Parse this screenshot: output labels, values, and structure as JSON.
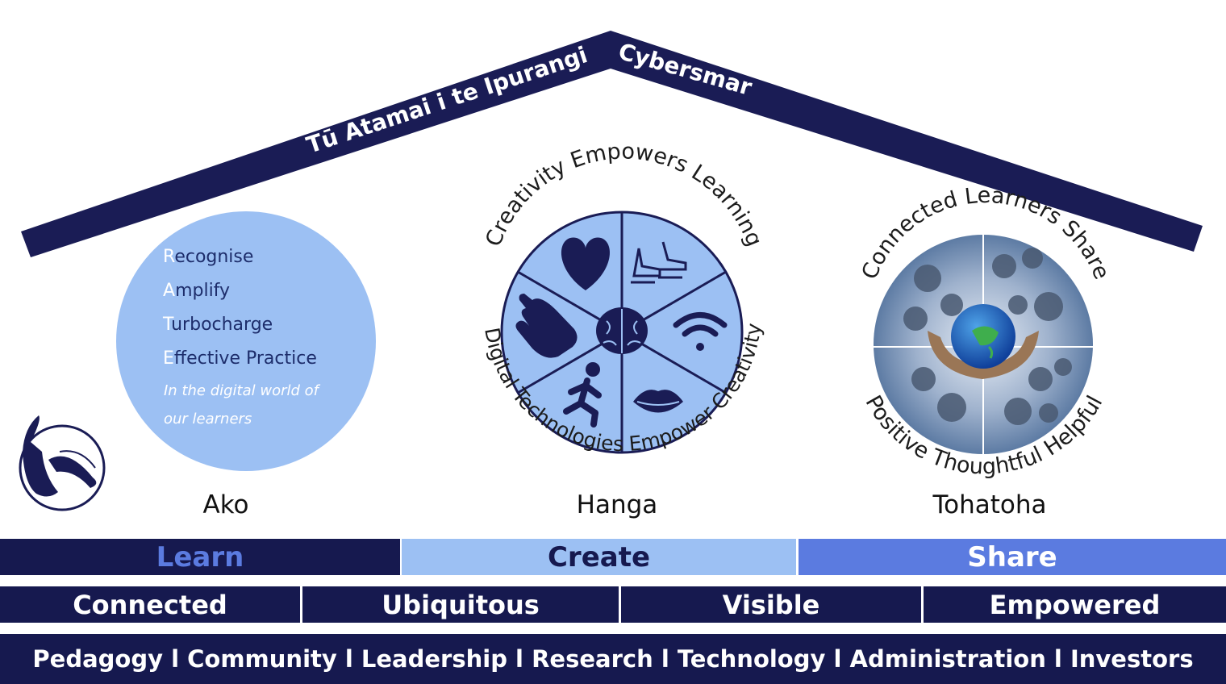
{
  "roof": {
    "left_text": "Tū Atamai  i te Ipurangi",
    "right_text": "Cybersmart",
    "color": "#1a1c55"
  },
  "ako": {
    "lines": [
      {
        "initial": "R",
        "rest": "ecognise"
      },
      {
        "initial": "A",
        "rest": "mplify"
      },
      {
        "initial": "T",
        "rest": "urbocharge"
      },
      {
        "initial": "E",
        "rest": "ffective Practice"
      }
    ],
    "tagline_1": "In the digital world of",
    "tagline_2": "our learners",
    "label": "Ako",
    "color": "#9cc0f3"
  },
  "hanga": {
    "ring_top": "Creativity Empowers Learning",
    "ring_bottom": "Digital Technologies Empower Creativity",
    "label": "Hanga",
    "icons": [
      "heart-icon",
      "sneakers-icon",
      "wifi-icon",
      "lips-icon",
      "running-person-icon",
      "clapping-hands-icon",
      "brain-icon"
    ],
    "color": "#9cc0f3"
  },
  "tohatoha": {
    "ring_top": "Connected Learners Share",
    "ring_bottom": "Positive Thoughtful Helpful",
    "label": "Tohatoha",
    "icons": [
      "globe-in-hands-icon",
      "heads-icon"
    ]
  },
  "row1": [
    {
      "label": "Learn",
      "bg": "#16194f",
      "fg": "#5b7be0"
    },
    {
      "label": "Create",
      "bg": "#9cc0f3",
      "fg": "#16194f"
    },
    {
      "label": "Share",
      "bg": "#5b7be0",
      "fg": "#ffffff"
    }
  ],
  "row2": [
    "Connected",
    "Ubiquitous",
    "Visible",
    "Empowered"
  ],
  "row3": "Pedagogy l Community l Leadership l Research l Technology l Administration l Investors"
}
